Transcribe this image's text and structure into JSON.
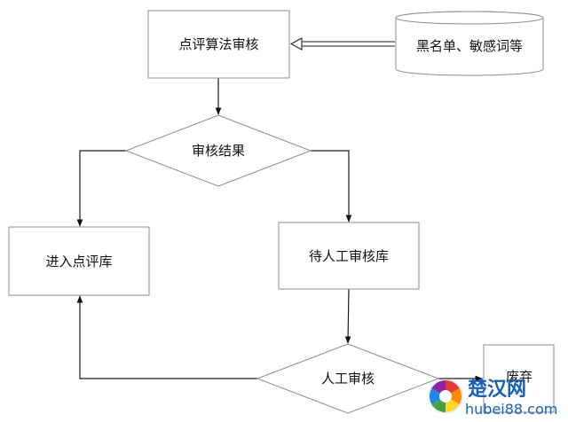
{
  "nodes": {
    "algo_review": "点评算法审核",
    "blacklist": "黑名单、敏感词等",
    "review_result": "审核结果",
    "enter_lib": "进入点评库",
    "pending_lib": "待人工审核库",
    "manual_review": "人工审核",
    "discard": "废弃"
  },
  "watermark": {
    "brand": "楚汉网",
    "url": "hubei88.com"
  },
  "colors": {
    "stroke": "#8c8c8c",
    "edge": "#1a1a1a",
    "watermark": "#1a5fb4"
  }
}
